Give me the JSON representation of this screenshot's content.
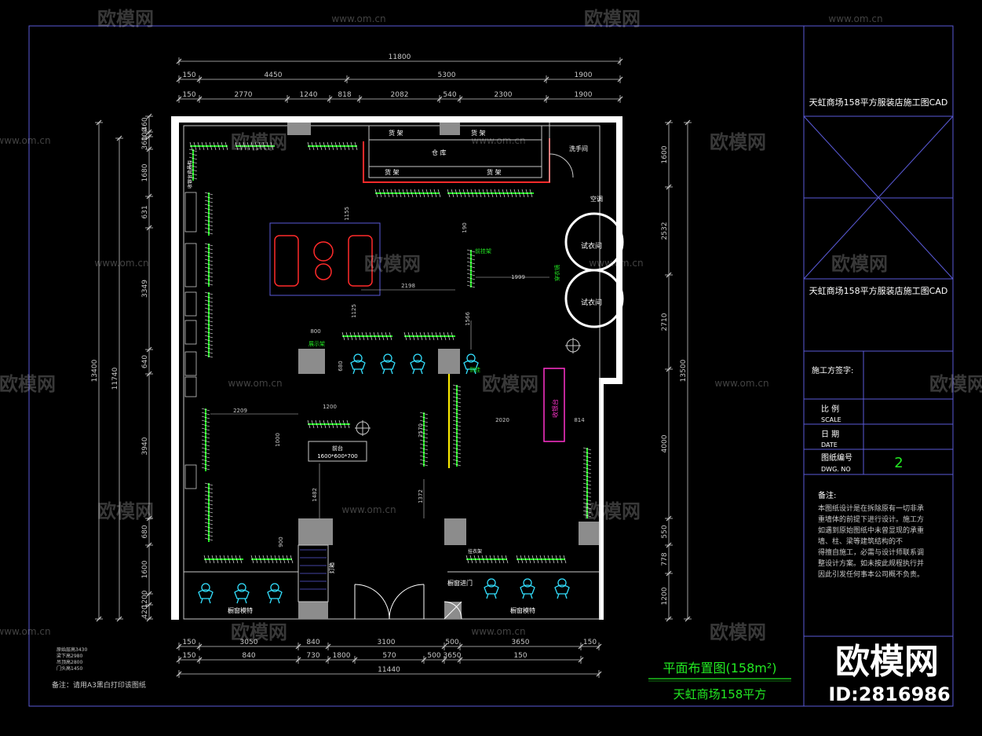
{
  "plan": {
    "dims_top": {
      "overall": "11800",
      "row2": [
        "150",
        "4450",
        "5300",
        "1900"
      ],
      "row3": [
        "150",
        "2770",
        "1240",
        "818",
        "2082",
        "540",
        "2300",
        "1900"
      ]
    },
    "dims_bottom": {
      "row1": [
        "150",
        "3050",
        "840",
        "3100",
        "500",
        "3650",
        "150"
      ],
      "row2": [
        "150",
        "840",
        "730",
        "1800",
        "570",
        "500",
        "3650",
        "150"
      ],
      "overall": "11440"
    },
    "dims_left_outer": "13400",
    "dims_left_mid": "11740",
    "dims_left_inner": [
      "460",
      "100",
      "360",
      "1680",
      "631",
      "3349",
      "640",
      "3940",
      "680",
      "1600",
      "1200",
      "420"
    ],
    "dims_right_outer": "13500",
    "dims_right_inner": [
      "1600",
      "2532",
      "2710",
      "4000",
      "550",
      "778",
      "1200"
    ],
    "internal_dims": [
      "1155",
      "2198",
      "1999",
      "190",
      "1125",
      "1566",
      "800",
      "680",
      "2209",
      "1200",
      "1000",
      "2570",
      "2020",
      "814",
      "1482",
      "1372",
      "900"
    ],
    "rooms": {
      "shelf1": "货  架",
      "shelf2": "货  架",
      "warehouse": "仓  库",
      "shelf3": "货  架",
      "shelf4": "货  架",
      "washroom": "洗手间",
      "ac": "空调",
      "fitting1": "试衣间",
      "fitting2": "试衣间",
      "mirror": "穿衣镜",
      "cashier": "收银台",
      "desk_label": "前台",
      "desk_size": "1600*600*700",
      "window_left": "橱窗模特",
      "window_right": "橱窗模特",
      "window_door": "橱窗进门",
      "light": "灯箱",
      "display_rack": "展示架",
      "side_hang": "侧挂",
      "hang_rack": "挂衣架",
      "side_label_right": "收银台背景柜",
      "front_rack": "前挂架"
    },
    "legend_lines": [
      "原始层高3430",
      "梁下高2980",
      "吊顶高2800",
      "门头高1450"
    ],
    "note_bottom": "备注：请用A3黑白打印该图纸"
  },
  "drawing_title": {
    "main": "平面布置图(158m²)",
    "sub": "天虹商场158平方"
  },
  "title_block": {
    "project1": "天虹商场158平方服装店施工图CAD",
    "project2": "天虹商场158平方服装店施工图CAD",
    "sign": "施工方签字:",
    "scale_cn": "比  例",
    "scale_en": "SCALE",
    "date_cn": "日  期",
    "date_en": "DATE",
    "dwg_cn": "图纸编号",
    "dwg_en": "DWG. NO",
    "dwg_no": "2",
    "notes_title": "备注:",
    "notes_body": [
      "本图纸设计是在拆除原有一切非承",
      "重墙体的前提下进行设计。施工方",
      "如遇到原始图纸中未曾显现的承重",
      "墙、柱、梁等建筑结构的不",
      "得擅自施工，必需与设计师联系调",
      "整设计方案。如未按此规程执行并",
      "因此引发任何事本公司概不负责。"
    ]
  },
  "branding": {
    "logo": "欧模网",
    "id": "ID:2816986",
    "url": "www.om.cn"
  },
  "colors": {
    "bg": "#000000",
    "frame": "#5a5ad8",
    "dim": "#c8c8c8",
    "wall": "#ffffff",
    "green": "#22e822",
    "cyan": "#33e0ff",
    "red": "#ff2a2a",
    "magenta": "#ff33cc",
    "yellow": "#ffee00",
    "pillar": "#8c8c8c"
  }
}
